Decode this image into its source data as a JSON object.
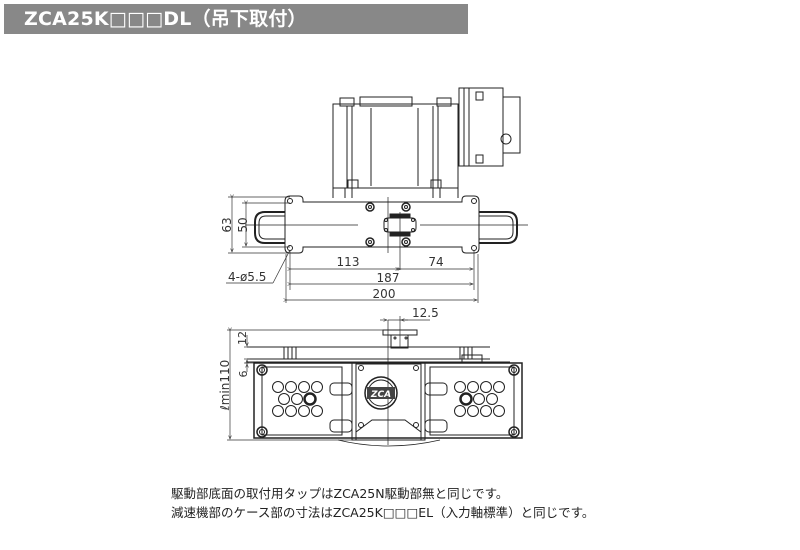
{
  "title": "ZCA25K□□□DL（吊下取付）",
  "top_view": {
    "dims": {
      "height_outer": "63",
      "height_inner": "50",
      "hole_spec": "4-ø5.5",
      "left_to_center": "113",
      "center_to_right": "74",
      "hole_pitch": "187",
      "overall_width": "200"
    }
  },
  "front_view": {
    "dims": {
      "shaft_offset": "12.5",
      "top_gap": "12",
      "plate_gap": "6",
      "min_length": "ℓmin110"
    },
    "logo": "ZCA"
  },
  "notes": [
    "駆動部底面の取付用タップはZCA25N駆動部無と同じです。",
    "減速機部のケース部の寸法はZCA25K□□□EL（入力軸標準）と同じです。"
  ],
  "colors": {
    "title_bg": "#888888",
    "title_text": "#ffffff",
    "line": "#222222"
  }
}
